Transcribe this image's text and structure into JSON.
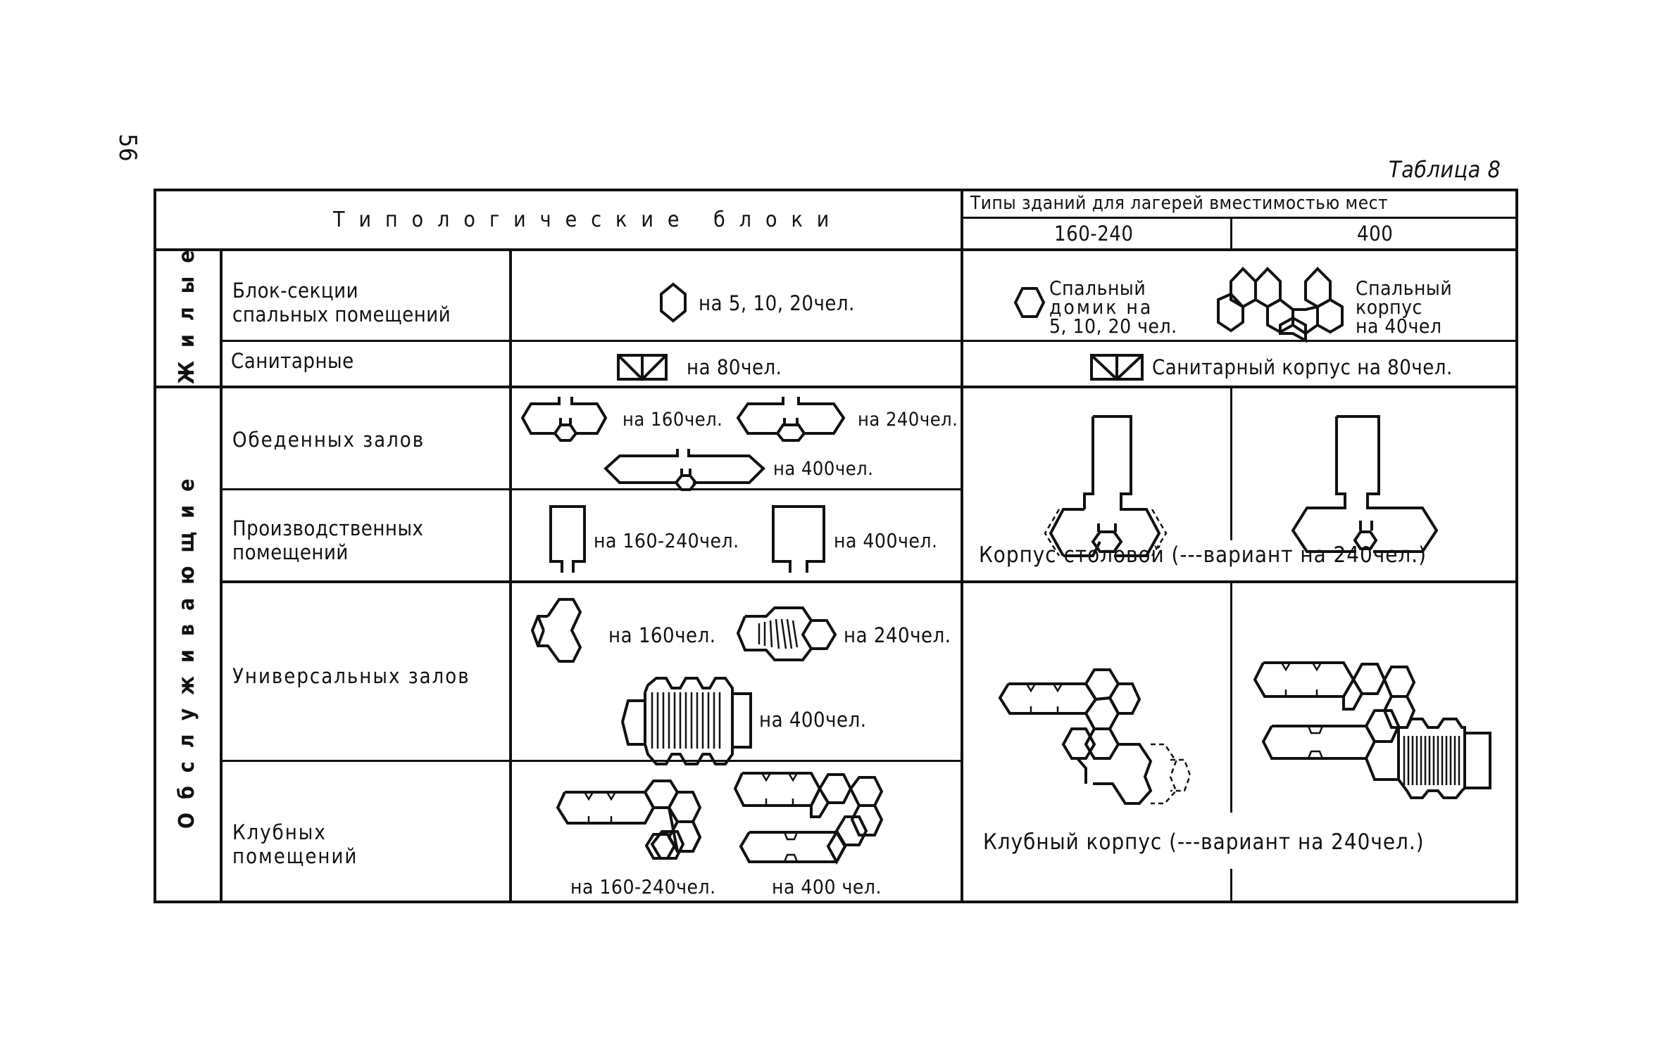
{
  "page_number": "56",
  "table_label": "Таблица 8",
  "header": {
    "typological_blocks": "Типологические блоки",
    "building_types": "Типы зданий для лагерей вместимостью мест",
    "capacity_160_240": "160-240",
    "capacity_400": "400"
  },
  "groups": {
    "residential": "Жилые",
    "service": "Обслуживающие"
  },
  "rows": {
    "sleeping": {
      "label_line1": "Блок-секции",
      "label_line2": "спальных помещений",
      "blocks_caption": "на 5, 10, 20чел.",
      "small_house_line1": "Спальный",
      "small_house_line2": "домик на",
      "small_house_line3": "5, 10, 20 чел.",
      "corpus_line1": "Спальный",
      "corpus_line2": "корпус",
      "corpus_line3": "на 40чел"
    },
    "sanitary": {
      "label": "Санитарные",
      "blocks_caption": "на 80чел.",
      "building_caption": "Санитарный корпус на 80чел."
    },
    "dining": {
      "label": "Обеденных залов",
      "cap_160": "на 160чел.",
      "cap_240": "на 240чел.",
      "cap_400": "на 400чел."
    },
    "production": {
      "label_line1": "Производственных",
      "label_line2": "помещений",
      "cap_160_240": "на 160-240чел.",
      "cap_400": "на 400чел."
    },
    "dining_building_caption": "Корпус столовой (---вариант на 240чел.)",
    "universal": {
      "label": "Универсальных залов",
      "cap_160": "на 160чел.",
      "cap_240": "на 240чел.",
      "cap_400": "на 400чел."
    },
    "club": {
      "label_line1": "Клубных",
      "label_line2": "помещений",
      "cap_160_240": "на 160-240чел.",
      "cap_400": "на 400 чел."
    },
    "club_building_caption": "Клубный корпус (---вариант на 240чел.)"
  }
}
